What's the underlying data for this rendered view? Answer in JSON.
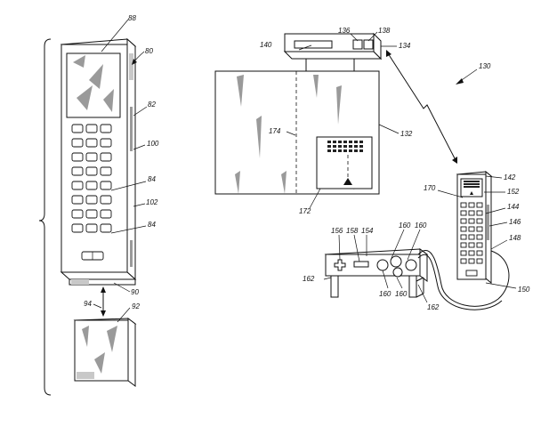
{
  "figure": {
    "labels": {
      "l88": "88",
      "l80": "80",
      "l82": "82",
      "l100": "100",
      "l84a": "84",
      "l102": "102",
      "l84b": "84",
      "l90": "90",
      "l94": "94",
      "l92": "92",
      "l136": "136",
      "l138": "138",
      "l140": "140",
      "l134": "134",
      "l130": "130",
      "l132": "132",
      "l174": "174",
      "l172": "172",
      "l142": "142",
      "l170": "170",
      "l152": "152",
      "l144": "144",
      "l146": "146",
      "l148": "148",
      "l156": "156",
      "l158": "158",
      "l154": "154",
      "l160a": "160",
      "l160b": "160",
      "l162a": "162",
      "l160c": "160",
      "l160d": "160",
      "l162b": "162",
      "l150": "150"
    }
  }
}
